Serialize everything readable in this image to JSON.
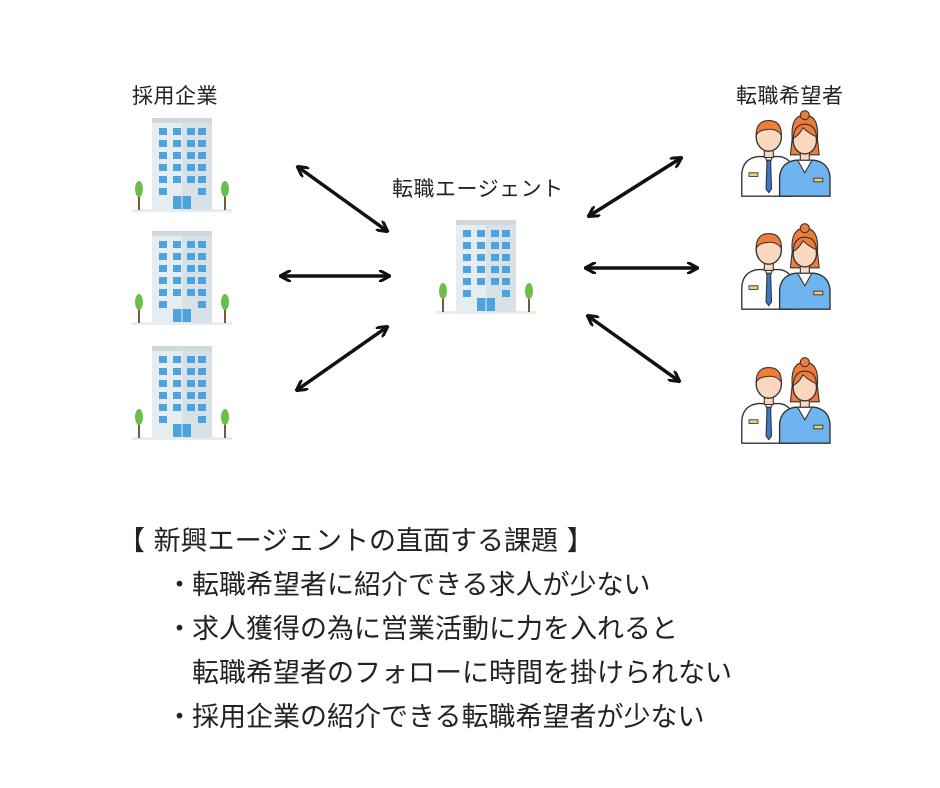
{
  "labels": {
    "companies": "採用企業",
    "agent": "転職エージェント",
    "seekers": "転職希望者"
  },
  "icons": {
    "company": "office-building-icon",
    "agent": "office-building-icon",
    "seeker": "business-people-icon"
  },
  "colors": {
    "building_body": "#e6edf0",
    "building_window": "#4da3e0",
    "tree": "#6abf4b",
    "hair": "#f07c3a",
    "skin": "#fad7bd",
    "suit": "#6fb3ef",
    "tie": "#3a78c9",
    "arrow": "#111111"
  },
  "issues": {
    "heading": "【 新興エージェントの直面する課題 】",
    "bullet": "・",
    "items": [
      "転職希望者に紹介できる求人が少ない",
      "求人獲得の為に営業活動に力を入れると",
      "転職希望者のフォローに時間を掛けられない",
      "採用企業の紹介できる転職希望者が少ない"
    ]
  }
}
